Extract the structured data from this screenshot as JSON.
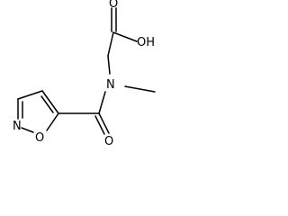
{
  "molecule": {
    "atoms": {
      "oh": "OH",
      "carbonyl_o_acid": "O",
      "amide_n": "N",
      "carbonyl_o_amide": "O",
      "ring_n": "N",
      "ring_o": "O"
    }
  }
}
